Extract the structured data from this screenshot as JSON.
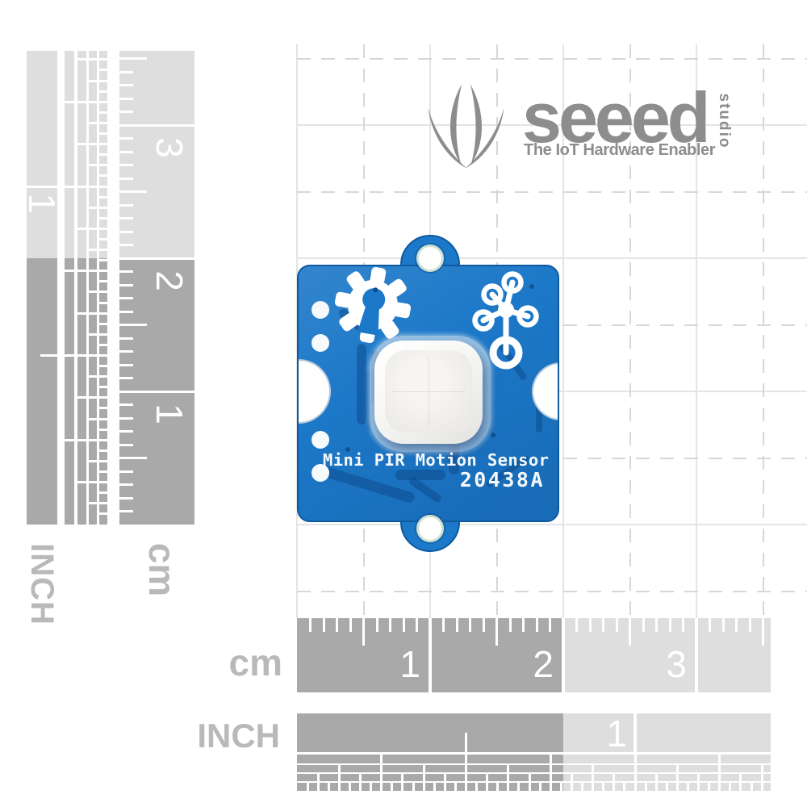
{
  "logo": {
    "brand": "seeed",
    "brand_suffix": "studio",
    "tagline": "The IoT Hardware Enabler",
    "color": "#8d8d8d"
  },
  "board": {
    "silkscreen_title": "Mini PIR Motion Sensor",
    "silkscreen_model": "20438A",
    "board_color": "#1c78c8",
    "trace_color": "#0b488a",
    "icons": [
      "gear-icon",
      "grove-network-icon"
    ],
    "features": [
      "pir-lens-dome",
      "mounting-hole-top",
      "mounting-hole-bottom",
      "edge-notch-left",
      "edge-notch-right",
      "solder-pads-left"
    ]
  },
  "rulers": {
    "palette": {
      "dark": "#a9a9a9",
      "light": "#dedede",
      "tick": "#ffffff",
      "label_gray": "#b9b9b9"
    },
    "left_inch": {
      "label": "INCH",
      "numbers": [
        "1"
      ]
    },
    "left_cm": {
      "label": "cm",
      "numbers": [
        "1",
        "2",
        "3"
      ]
    },
    "bottom_cm": {
      "label": "cm",
      "numbers": [
        "1",
        "2",
        "3"
      ]
    },
    "bottom_inch": {
      "label": "INCH",
      "numbers": [
        "1"
      ]
    }
  }
}
